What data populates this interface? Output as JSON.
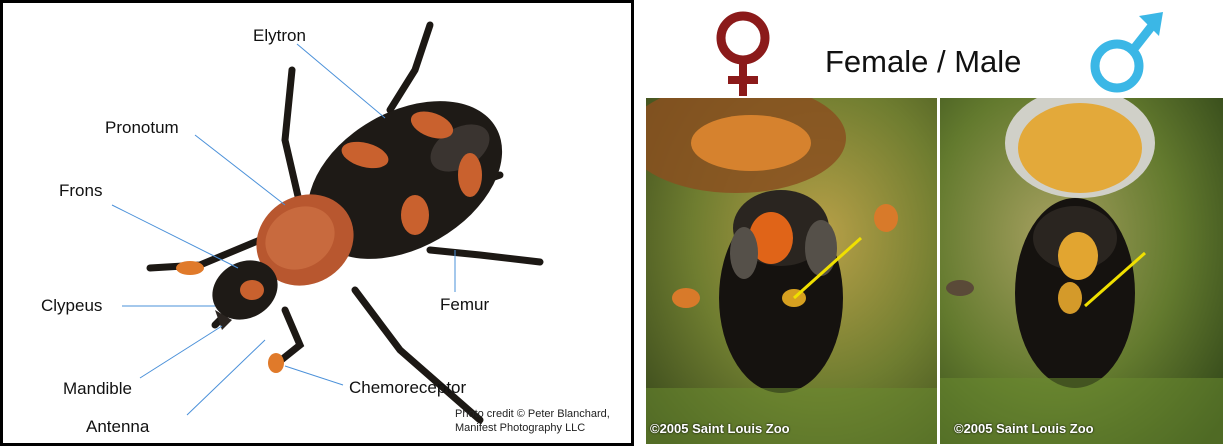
{
  "left_panel": {
    "labels": {
      "elytron": "Elytron",
      "pronotum": "Pronotum",
      "frons": "Frons",
      "clypeus": "Clypeus",
      "mandible": "Mandible",
      "antenna": "Antenna",
      "femur": "Femur",
      "chemoreceptor": "Chemoreceptor"
    },
    "credit_line1": "Photo credit © Peter Blanchard,",
    "credit_line2": "Manifest Photography LLC"
  },
  "right_panel": {
    "title": "Female / Male",
    "female_copyright": "©2005 Saint Louis Zoo",
    "male_copyright": "©2005 Saint Louis Zoo",
    "female_symbol_color": "#8b1a1a",
    "male_symbol_color": "#3bb7e6"
  },
  "colors": {
    "pointer_line": "#4a90d9",
    "beetle_black": "#1a1714",
    "beetle_orange": "#c85a2c",
    "arrow_yellow": "#f0e000"
  }
}
